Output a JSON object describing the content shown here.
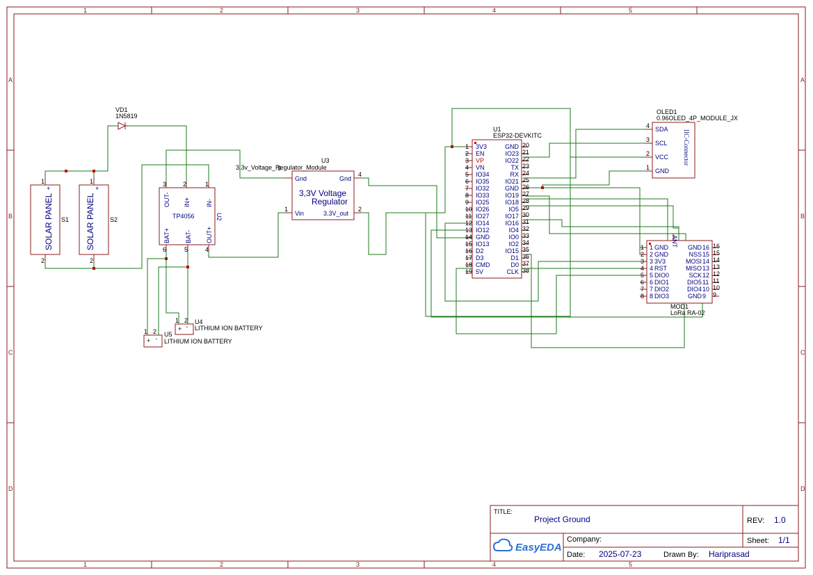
{
  "grid": {
    "cols": [
      "1",
      "2",
      "3",
      "4",
      "5"
    ],
    "rows": [
      "A",
      "B",
      "C",
      "D"
    ]
  },
  "components": {
    "vd1": {
      "ref": "VD1",
      "value": "1N5819"
    },
    "s1": {
      "ref": "S1",
      "label": "SOLAR PANEL"
    },
    "s2": {
      "ref": "S2",
      "label": "SOLAR PANEL"
    },
    "u2": {
      "ref": "U2",
      "label": "TP4056",
      "pins": [
        "OUT-",
        "IN+",
        "IN-",
        "BAT+",
        "BAT-",
        "OUT+"
      ],
      "pin_nums": [
        "3",
        "2",
        "1",
        "6",
        "5",
        "4"
      ]
    },
    "u3": {
      "ref": "U3",
      "value": "3.3v_Voltage_Regulator_Module",
      "title1": "3,3V Voltage",
      "title2": "Regulator",
      "pins": [
        "Gnd",
        "Gnd",
        "Vin",
        "3.3V_out"
      ],
      "pin_nums": [
        "3",
        "4",
        "1",
        "2"
      ]
    },
    "u4": {
      "ref": "U4",
      "label": "LITHIUM ION BATTERY"
    },
    "u5": {
      "ref": "U5",
      "label": "LITHIUM ION BATTERY"
    },
    "u1": {
      "ref": "U1",
      "value": "ESP32-DEVKITC",
      "left_pins": [
        "3V3",
        "EN",
        "VP",
        "VN",
        "IO34",
        "IO35",
        "IO32",
        "IO33",
        "IO25",
        "IO26",
        "IO27",
        "IO14",
        "IO12",
        "GND",
        "IO13",
        "D2",
        "D3",
        "CMD",
        "5V"
      ],
      "right_pins": [
        "GND",
        "IO23",
        "IO22",
        "TX",
        "RX",
        "IO21",
        "GND",
        "IO19",
        "IO18",
        "IO5",
        "IO17",
        "IO16",
        "IO4",
        "IO0",
        "IO2",
        "IO15",
        "D1",
        "D0",
        "CLK"
      ]
    },
    "oled1": {
      "ref": "OLED1",
      "value": "0.96OLED_4P_MODULE_JX",
      "side": "IIC-Connector",
      "pins": [
        "SDA",
        "SCL",
        "VCC",
        "GND"
      ],
      "pin_nums": [
        "4",
        "3",
        "2",
        "1"
      ]
    },
    "mod1": {
      "ref": "MOD1",
      "value": "LoRa RA-02",
      "left_pins": [
        "GND",
        "GND",
        "3V3",
        "RST",
        "DIO0",
        "DIO1",
        "DIO2",
        "DIO3"
      ],
      "right_pins": [
        "GND",
        "NSS",
        "MOSI",
        "MISO",
        "SCK",
        "DIO5",
        "DIO4",
        "GND"
      ],
      "right_nums": [
        "16",
        "15",
        "14",
        "13",
        "12",
        "11",
        "10",
        "9"
      ],
      "ant": "ANT"
    }
  },
  "title_block": {
    "title_label": "TITLE:",
    "title": "Project Ground",
    "rev_label": "REV:",
    "rev": "1.0",
    "company_label": "Company:",
    "company": "",
    "sheet_label": "Sheet:",
    "sheet": "1/1",
    "date_label": "Date:",
    "date": "2025-07-23",
    "drawn_label": "Drawn By:",
    "drawn_by": "Hariprasad",
    "logo": "EasyEDA"
  }
}
